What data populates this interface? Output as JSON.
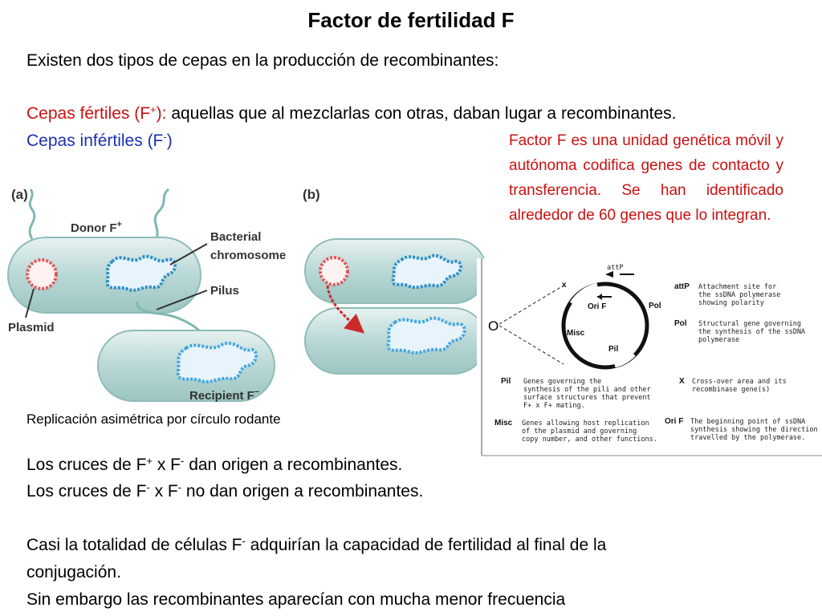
{
  "title": "Factor de fertilidad F",
  "intro": "Existen dos tipos de cepas en la producción de recombinantes:",
  "fertile": {
    "label_start": "Cepas fértiles (F",
    "label_sup": "+",
    "label_end": "):",
    "desc": " aquellas que al mezclarlas con otras, daban lugar a recombinantes."
  },
  "infertile": {
    "label_start": "Cepas infértiles  (F",
    "label_sup": "-",
    "label_end": ")"
  },
  "note": "Factor F es una unidad genética móvil y autónoma codifica genes de contacto y transferencia. Se han identificado alrededor de 60 genes que lo integran.",
  "panel_a": {
    "tag": "(a)",
    "donor": "Donor F",
    "donor_sup": "+",
    "chromosome_1": "Bacterial",
    "chromosome_2": "chromosome",
    "pilus": "Pilus",
    "plasmid": "Plasmid",
    "recipient": "Recipient F",
    "recipient_sup": "−"
  },
  "panel_b": {
    "tag": "(b)"
  },
  "caption": "Replicación asimétrica por círculo rodante",
  "map": {
    "origin": "O",
    "att_top": "attP",
    "x": "x",
    "ori": "Ori F",
    "pol": "Pol",
    "misc": "Misc",
    "pil": "Pil",
    "legend": {
      "attP_key": "attP",
      "attP_1": "Attachment site for",
      "attP_2": "the ssDNA polymerase",
      "attP_3": "showing polarity",
      "pol_key": "Pol",
      "pol_1": "Structural gene governing",
      "pol_2": "the synthesis of the ssDNA",
      "pol_3": "polymerase",
      "pil_key": "Pil",
      "pil_1": "Genes governing the",
      "pil_2": "synthesis of the pili and other",
      "pil_3": "surface structures that prevent",
      "pil_4": "F+ x F+ mating.",
      "x_key": "X",
      "x_1": "Cross-over area and its",
      "x_2": "recombinase gene(s)",
      "misc_key": "Misc",
      "misc_1": "Genes allowing host replication",
      "misc_2": "of the plasmid and governing",
      "misc_3": "copy number, and other functions.",
      "ori_key": "Ori F",
      "ori_1": "The beginning point of ssDNA",
      "ori_2": "synthesis showing the direction",
      "ori_3": "travelled by the polymerase."
    }
  },
  "crosses": {
    "l1_a": "Los cruces de F",
    "l1_s1": "+",
    "l1_b": " x F",
    "l1_s2": "-",
    "l1_c": " dan origen a recombinantes.",
    "l2_a": "Los cruces de F",
    "l2_s1": "-",
    "l2_b": " x F",
    "l2_s2": "-",
    "l2_c": " no dan origen a recombinantes."
  },
  "conclusion": {
    "l1_a": "Casi la totalidad de células F",
    "l1_s": "-",
    "l1_b": " adquirían la capacidad de fertilidad al final de la",
    "l2": "conjugación.",
    "l3": "Sin embargo las recombinantes aparecían con mucha menor frecuencia"
  },
  "colors": {
    "red": "#cc1010",
    "blue": "#1a2fb4",
    "cell": "#b9d8d6",
    "chromosome": "#2f8fc8",
    "plasmid": "#e05a5a"
  }
}
